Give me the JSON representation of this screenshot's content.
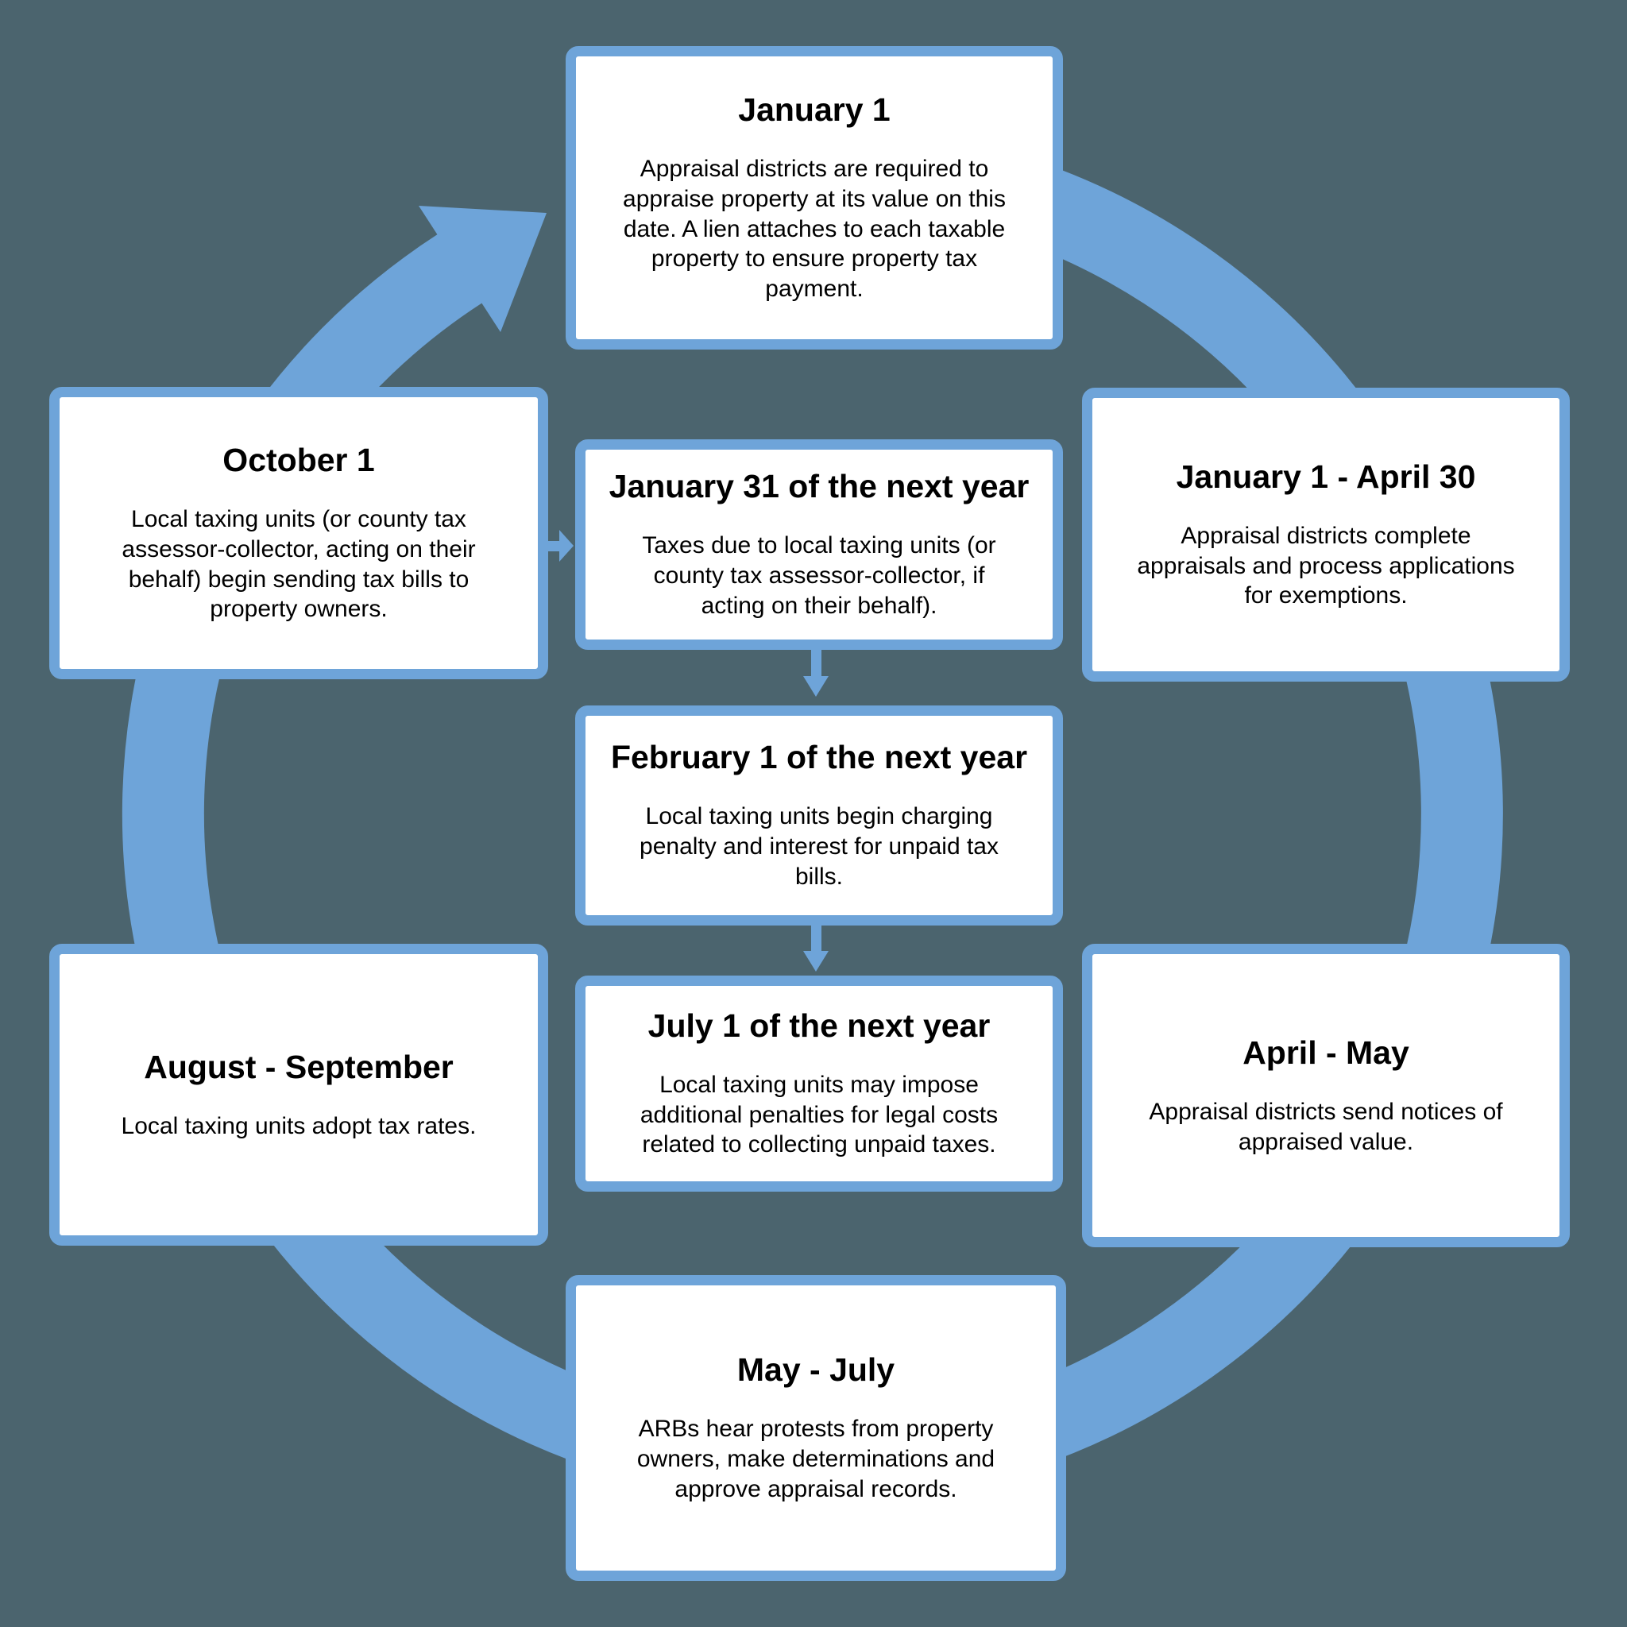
{
  "colors": {
    "background": "#4B646E",
    "accent_blue": "#6EA4D9",
    "box_fill": "#FFFFFF",
    "text": "#000000"
  },
  "cycle": {
    "jan1": {
      "title": "January 1",
      "body": "Appraisal districts are required to\nappraise property at its value on this\ndate. A lien attaches to each taxable\nproperty to ensure property tax\npayment."
    },
    "jan1_apr30": {
      "title": "January 1 - April 30",
      "body": "Appraisal districts complete\nappraisals and process applications\nfor exemptions."
    },
    "apr_may": {
      "title": "April - May",
      "body": "Appraisal districts send notices of\nappraised value."
    },
    "may_jul": {
      "title": "May - July",
      "body": "ARBs hear protests from property\nowners, make determinations and\napprove appraisal records."
    },
    "aug_sep": {
      "title": "August - September",
      "body": "Local taxing units adopt tax rates."
    },
    "oct1": {
      "title": "October 1",
      "body": "Local taxing units (or county tax\nassessor-collector, acting on their\nbehalf) begin sending tax bills to\nproperty owners."
    }
  },
  "timeline": {
    "jan31": {
      "title": "January 31 of the next year",
      "body": "Taxes due to local taxing units (or\ncounty tax assessor-collector, if\nacting on their behalf)."
    },
    "feb1": {
      "title": "February 1 of the next year",
      "body": "Local taxing units begin charging\npenalty and interest for unpaid tax\nbills."
    },
    "jul1": {
      "title": "July 1 of the next year",
      "body": "Local taxing units may impose\nadditional penalties for legal costs\nrelated to collecting unpaid taxes."
    }
  }
}
